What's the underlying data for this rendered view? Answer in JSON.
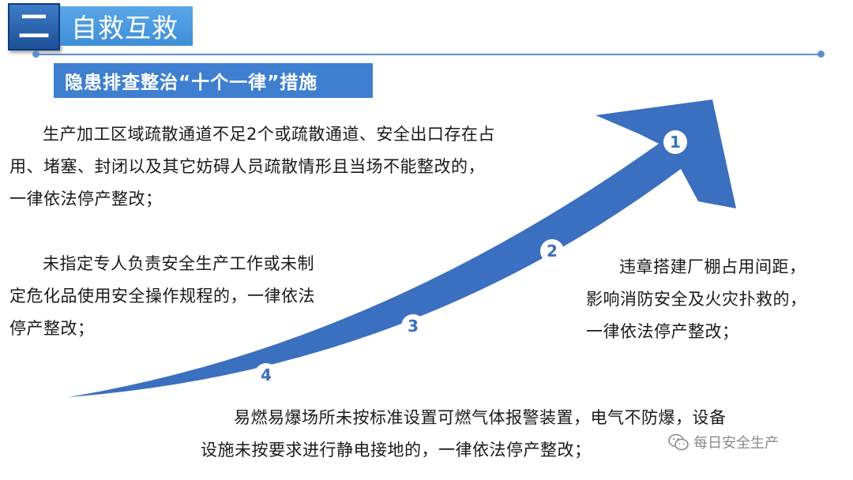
{
  "header": {
    "section_number": "二",
    "title": "自救互救"
  },
  "subtitle": "隐患排查整治“十个一律”措施",
  "items": [
    {
      "number": "1",
      "lines": [
        "生产加工区域疏散通道不足2个或疏散通道、安全出口存在占",
        "用、堵塞、封闭以及其它妨碍人员疏散情形且当场不能整改的，",
        "一律依法停产整改；"
      ]
    },
    {
      "number": "2",
      "lines": [
        "违章搭建厂棚占用间距，",
        "影响消防安全及火灾扑救的，",
        "一律依法停产整改；"
      ]
    },
    {
      "number": "3",
      "lines": [
        "未指定专人负责安全生产工作或未制",
        "定危化品使用安全操作规程的，一律依法",
        "停产整改；"
      ]
    },
    {
      "number": "4",
      "lines": [
        "易燃易爆场所未按标准设置可燃气体报警装置，电气不防爆，设备",
        "设施未按要求进行静电接地的，一律依法停产整改；"
      ]
    }
  ],
  "watermark": {
    "icon": "wechat-icon",
    "text": "每日安全生产"
  },
  "colors": {
    "arrow_blue": "#3b6fbf",
    "header_dark_blue": "#1d4f96",
    "header_light_blue": "#4a98dd",
    "subtitle_blue": "#3e7fd0",
    "rule_line": "#5b8fc9"
  }
}
